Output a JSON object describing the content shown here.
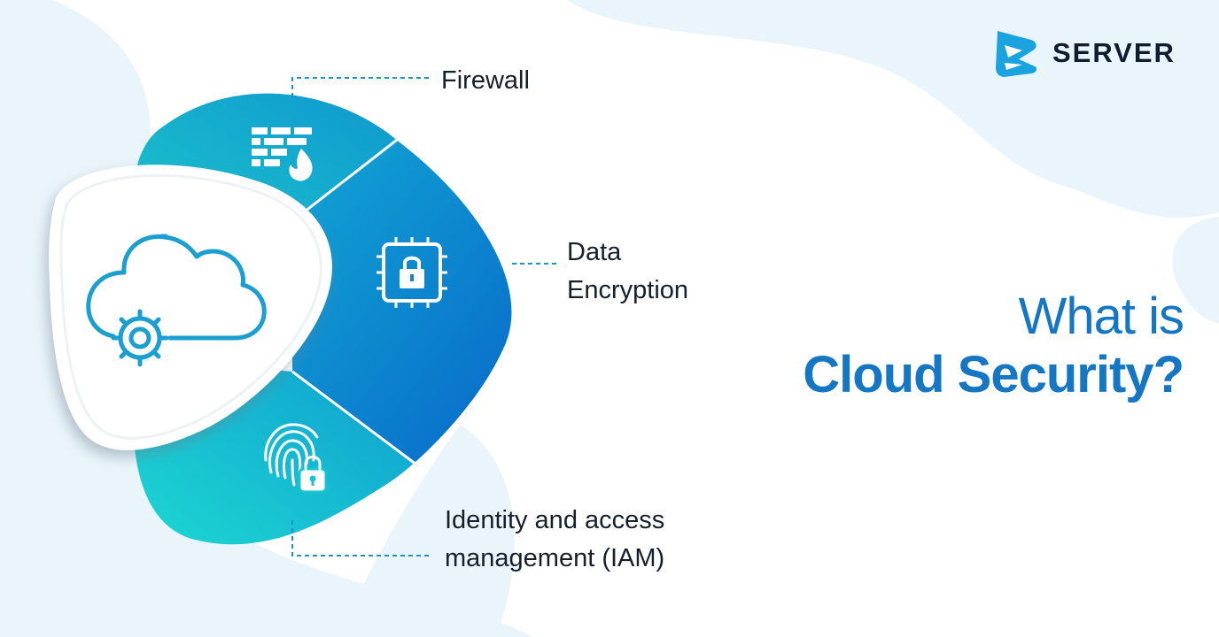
{
  "brand": {
    "name": "SERVER",
    "icon": "server-logo-icon"
  },
  "heading": {
    "line1": "What is",
    "line2": "Cloud Security?"
  },
  "segments": [
    {
      "label": "Firewall",
      "icon": "firewall-icon"
    },
    {
      "label_line1": "Data",
      "label_line2": "Encryption",
      "icon": "chip-lock-icon"
    },
    {
      "label_line1": "Identity and access",
      "label_line2": "management (IAM)",
      "icon": "fingerprint-lock-icon"
    }
  ],
  "center": {
    "icon": "cloud-gear-icon"
  },
  "colors": {
    "accent": "#1577c4",
    "teal": "#17b9c6",
    "blue": "#0a6fcc",
    "aqua": "#19d6d0",
    "background_tint": "#eaf5fb"
  }
}
